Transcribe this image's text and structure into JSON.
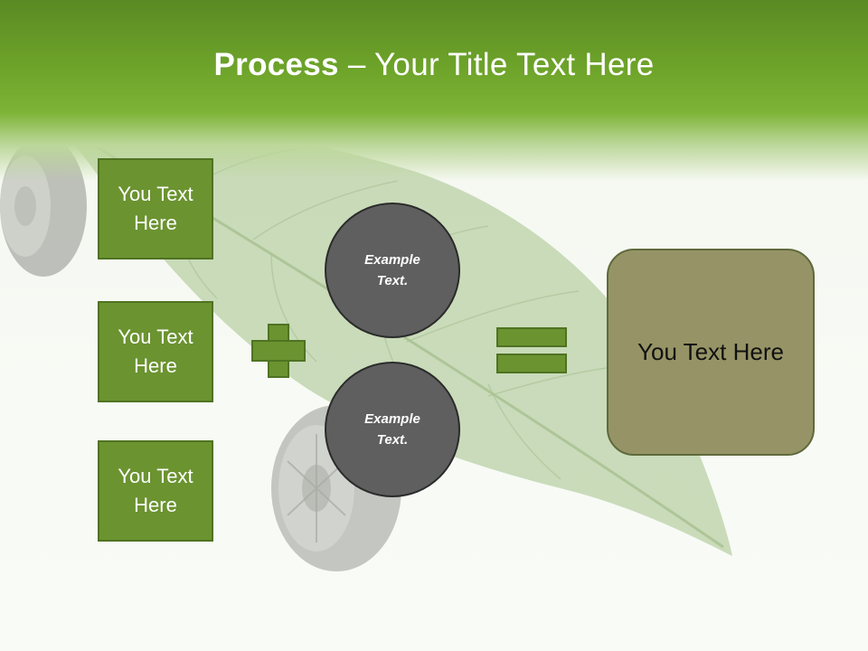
{
  "slide": {
    "title_bold": "Process",
    "title_rest": " – Your Title Text Here"
  },
  "boxes": [
    {
      "label": "You Text Here"
    },
    {
      "label": "You Text Here"
    },
    {
      "label": "You Text Here"
    }
  ],
  "circles": [
    {
      "label": "Example Text."
    },
    {
      "label": "Example Text."
    }
  ],
  "result": {
    "label": "You Text Here"
  },
  "colors": {
    "header_green": "#6fa52a",
    "box_green": "#6b9330",
    "circle_gray": "#5f5f5f",
    "result_olive": "#969466"
  },
  "icons": [
    "plus-icon",
    "equals-icon"
  ]
}
